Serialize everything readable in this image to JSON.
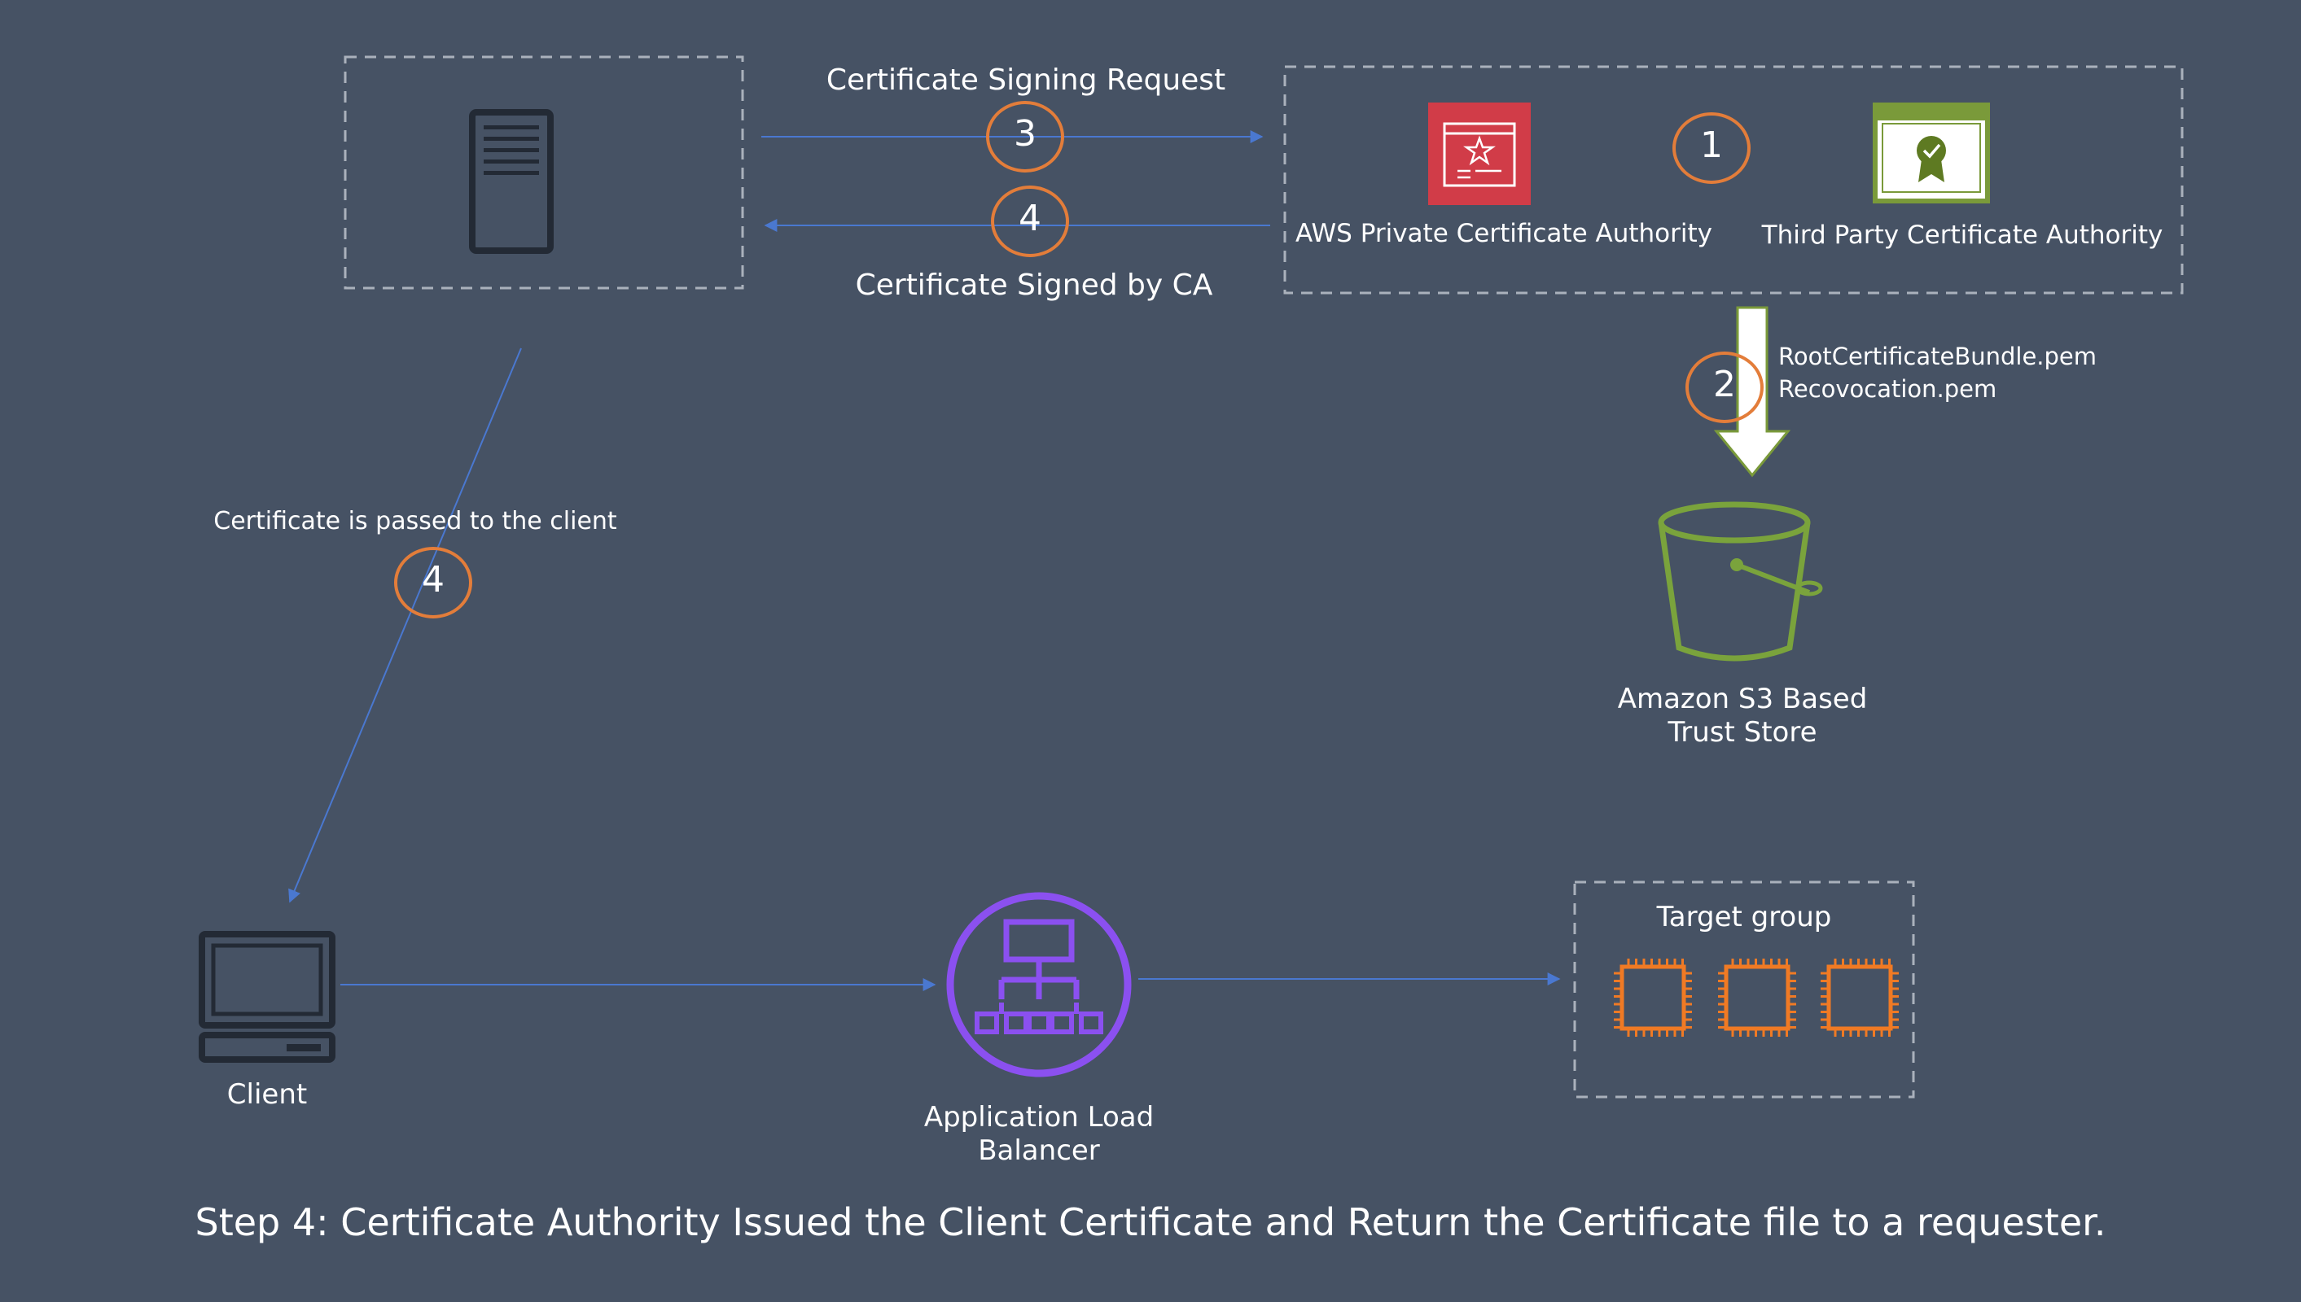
{
  "colors": {
    "background": "#465264",
    "arrow": "#4a78d0",
    "step_circle": "#e37d3a",
    "private_ca_red": "#d13c48",
    "third_party_green": "#7a9a3a",
    "s3_green": "#7aa33c",
    "alb_purple": "#8b50f0",
    "ec2_orange": "#f07a24",
    "icon_dark": "#232a35",
    "dashed_border": "#aab1bc"
  },
  "icons": {
    "server": "server-icon",
    "private_ca": "certificate-authority-icon",
    "third_party_ca": "certificate-badge-icon",
    "s3": "s3-bucket-icon",
    "client": "desktop-computer-icon",
    "alb": "load-balancer-icon",
    "ec2": "ec2-instance-icon",
    "download_arrow": "download-arrow-icon"
  },
  "steps": {
    "step1": "1",
    "step2": "2",
    "step3": "3",
    "step4_top": "4",
    "step4_side": "4"
  },
  "labels": {
    "csr": "Certificate  Signing Request",
    "signed": "Certificate  Signed by CA",
    "passed_to_client": "Certificate is passed to the client",
    "private_ca": "AWS Private Certificate Authority",
    "third_party_ca": "Third Party Certificate Authority",
    "file_root": "RootCertificateBundle.pem",
    "file_revocation": "Recovocation.pem",
    "s3_line1": "Amazon S3 Based",
    "s3_line2": "Trust Store",
    "client": "Client",
    "alb_line1": "Application Load",
    "alb_line2": "Balancer",
    "target_group": "Target group"
  },
  "caption": "Step 4: Certificate Authority Issued the Client Certificate and Return the Certificate file to a requester."
}
